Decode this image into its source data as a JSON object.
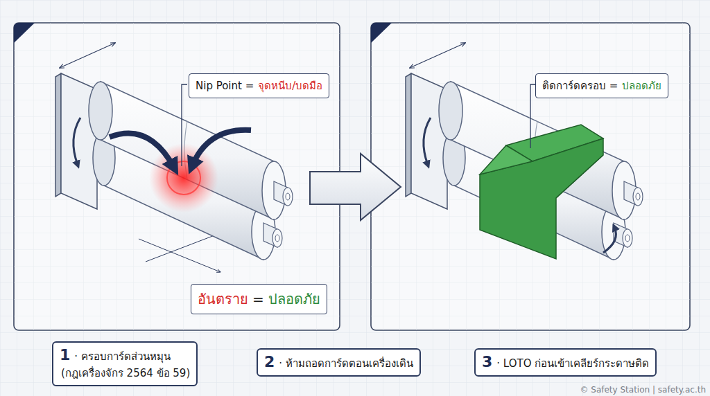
{
  "diagram": {
    "nodes": [
      {
        "text": [
          "Nip Point =",
          "จุดหนีบ/บดมือ"
        ]
      },
      {
        "text": [
          "อันตราย",
          "=",
          "ปลอดภัย"
        ]
      },
      {
        "text": [
          "ติดการ์ดครอบ =",
          "ปลอดภัย"
        ]
      },
      {
        "text": [
          "1",
          "· ครอบการ์ดส่วนหมุน",
          "(กฎเครื่องจักร 2564 ข้อ 59)"
        ]
      },
      {
        "text": [
          "2",
          "· ห้ามถอดการ์ดตอนเครื่องเดิน"
        ]
      },
      {
        "text": [
          "3",
          "· LOTO ก่อนเข้าเคลียร์กระดาษติด"
        ]
      }
    ],
    "labels": [
      "© Safety Station | safety.ac.th"
    ]
  }
}
